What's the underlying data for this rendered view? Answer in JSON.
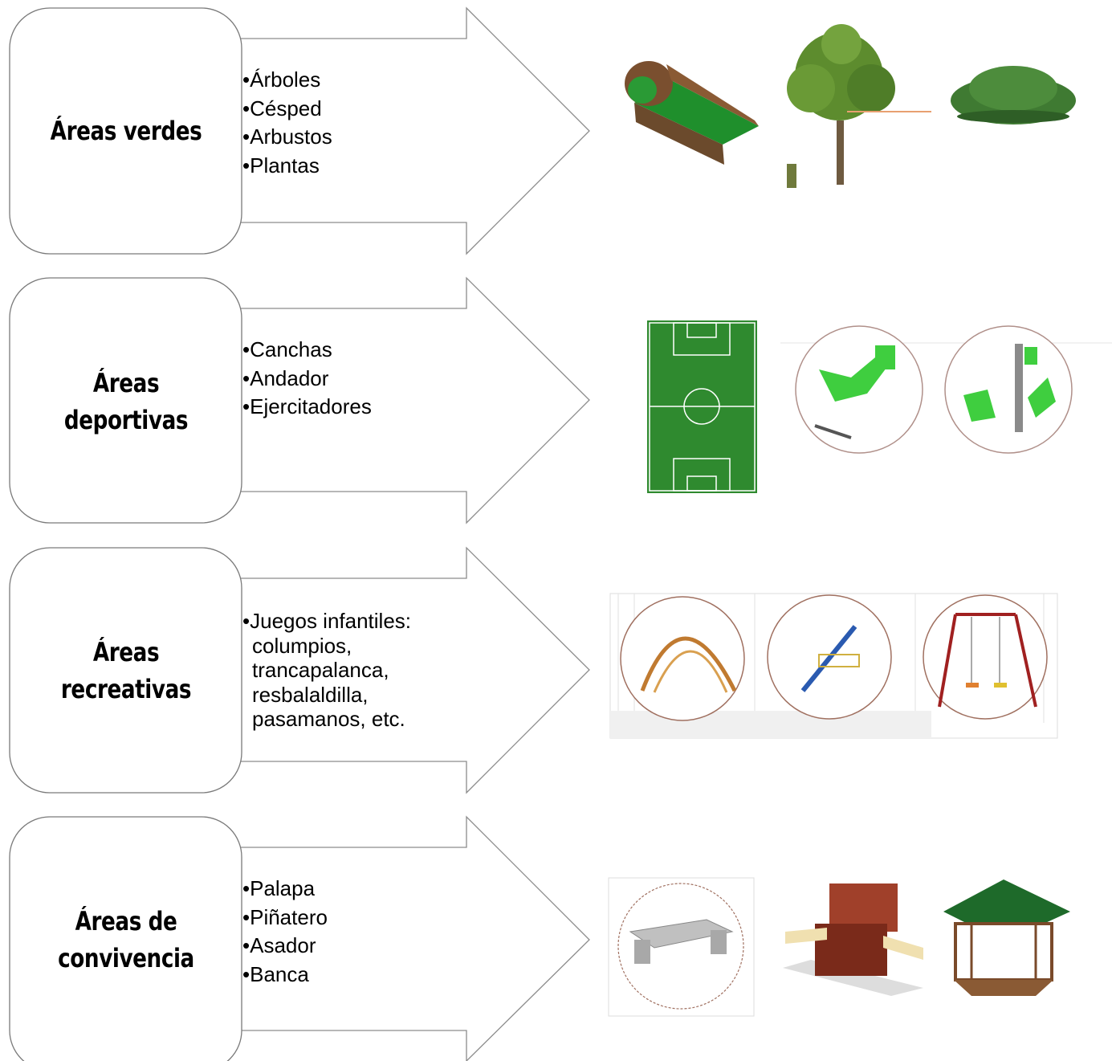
{
  "rows": [
    {
      "title_lines": [
        "Áreas verdes"
      ],
      "items": [
        "•Árboles",
        "•Césped",
        "•Arbustos",
        "•Plantas"
      ],
      "images": [
        "rolled-sod-image",
        "tree-image",
        "shrub-image"
      ]
    },
    {
      "title_lines": [
        "Áreas",
        "deportivas"
      ],
      "items": [
        "•Canchas",
        "•Andador",
        "•Ejercitadores"
      ],
      "images": [
        "soccer-field-image",
        "exercise-machine-image",
        "exercise-machine-image"
      ]
    },
    {
      "title_lines": [
        "Áreas",
        "recreativas"
      ],
      "items": [
        "•Juegos infantiles:",
        "columpios,",
        "trancapalanca,",
        "resbalaldilla,",
        "pasamanos, etc."
      ],
      "images": [
        "monkey-bars-image",
        "seesaw-image",
        "swing-set-image"
      ]
    },
    {
      "title_lines": [
        "Áreas de",
        "convivencia"
      ],
      "items": [
        "•Palapa",
        "•Piñatero",
        "•Asador",
        "•Banca"
      ],
      "images": [
        "bench-image",
        "grill-image",
        "gazebo-image"
      ]
    }
  ]
}
